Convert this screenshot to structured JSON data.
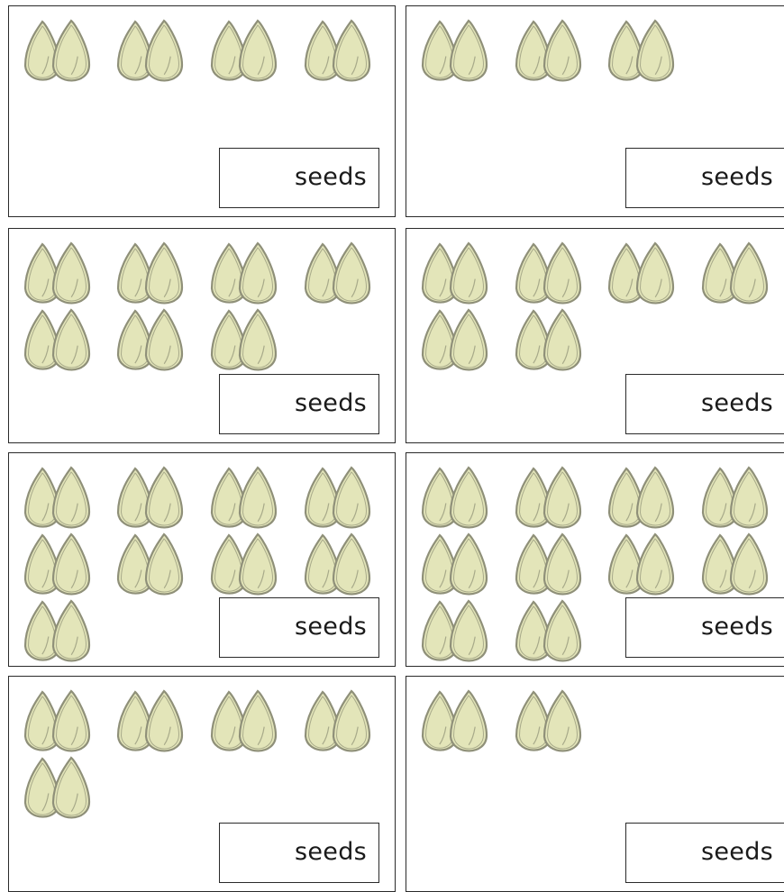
{
  "colors": {
    "seed_fill": "#e3e5b9",
    "seed_outline": "#8f9079",
    "seed_highlight": "#a8aa8a"
  },
  "icon": "seed-pair-icon",
  "cards": [
    {
      "pairs": 4,
      "label": "seeds"
    },
    {
      "pairs": 3,
      "label": "seeds"
    },
    {
      "pairs": 7,
      "label": "seeds"
    },
    {
      "pairs": 6,
      "label": "seeds"
    },
    {
      "pairs": 9,
      "label": "seeds"
    },
    {
      "pairs": 10,
      "label": "seeds"
    },
    {
      "pairs": 5,
      "label": "seeds"
    },
    {
      "pairs": 2,
      "label": "seeds"
    }
  ]
}
